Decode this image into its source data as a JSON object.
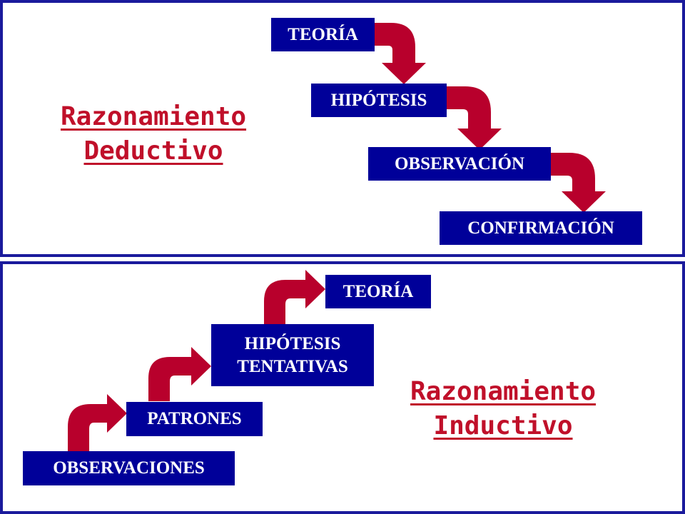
{
  "deductive": {
    "title_line1": "Razonamiento",
    "title_line2": "Deductivo",
    "steps": [
      "TEORÍA",
      "HIPÓTESIS",
      "OBSERVACIÓN",
      "CONFIRMACIÓN"
    ]
  },
  "inductive": {
    "title_line1": "Razonamiento",
    "title_line2": "Inductivo",
    "steps": {
      "observaciones": "OBSERVACIONES",
      "patrones": "PATRONES",
      "hipotesis_line1": "HIPÓTESIS",
      "hipotesis_line2": "TENTATIVAS",
      "teoria": "TEORÍA"
    }
  },
  "colors": {
    "box": "#000099",
    "arrow": "#b8002c",
    "title": "#c0102a",
    "border": "#1a1a9c"
  }
}
